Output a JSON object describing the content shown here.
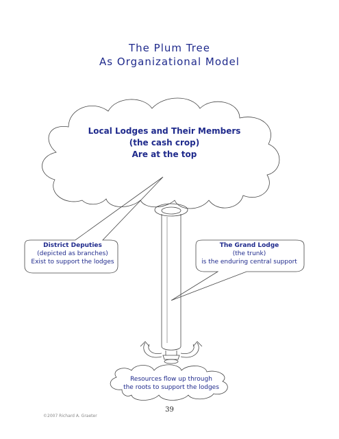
{
  "title": {
    "line1": "The Plum Tree",
    "line2": "As Organizational Model"
  },
  "top_cloud": {
    "line1": "Local Lodges and Their Members",
    "line2": "(the cash crop)",
    "line3": "Are at the top"
  },
  "left_callout": {
    "heading": "District Deputies",
    "line2": "(depicted as branches)",
    "line3": "Exist to support the lodges"
  },
  "right_callout": {
    "heading": "The Grand Lodge",
    "line2": "(the trunk)",
    "line3": "is the enduring central support"
  },
  "root_cloud": {
    "line1": "Resources flow up through",
    "line2": "the roots to support the lodges"
  },
  "footer": {
    "page_number": "39",
    "copyright": "©2007 Richard A. Graeter"
  },
  "colors": {
    "text_blue": "#1f2a8c",
    "line": "#444444"
  }
}
